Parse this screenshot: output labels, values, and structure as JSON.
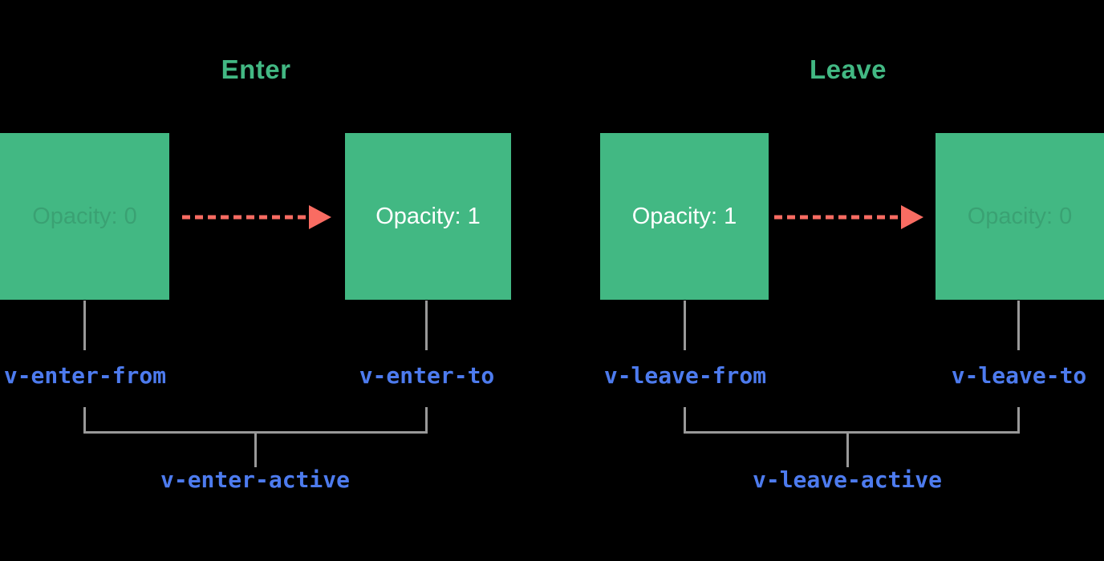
{
  "colors": {
    "background": "#000000",
    "green": "#42b883",
    "arrow_red": "#f96c62",
    "code_blue": "#4d7bee",
    "line_gray": "#999999",
    "box_text_white": "#ffffff"
  },
  "sections": [
    {
      "title": "Enter",
      "from_box": {
        "label": "Opacity: 0",
        "emphasis": "faded"
      },
      "to_box": {
        "label": "Opacity: 1",
        "emphasis": "solid"
      },
      "from_class": "v-enter-from",
      "to_class": "v-enter-to",
      "active_class": "v-enter-active"
    },
    {
      "title": "Leave",
      "from_box": {
        "label": "Opacity: 1",
        "emphasis": "solid"
      },
      "to_box": {
        "label": "Opacity: 0",
        "emphasis": "faded"
      },
      "from_class": "v-leave-from",
      "to_class": "v-leave-to",
      "active_class": "v-leave-active"
    }
  ]
}
